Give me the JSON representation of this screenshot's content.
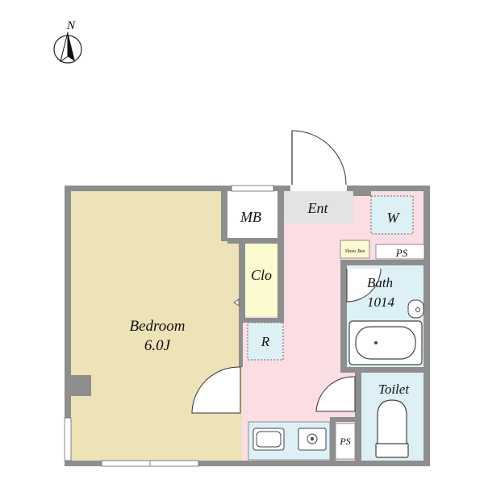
{
  "compass": {
    "label": "N"
  },
  "rooms": {
    "bedroom": {
      "name": "Bedroom",
      "size": "6.0J"
    },
    "mb": {
      "label": "MB"
    },
    "ent": {
      "label": "Ent"
    },
    "washer": {
      "label": "W"
    },
    "shoes_box": {
      "label": "Shoes Box"
    },
    "ps_upper": {
      "label": "PS"
    },
    "closet": {
      "label": "Clo"
    },
    "bath": {
      "name": "Bath",
      "size": "1014"
    },
    "refrigerator": {
      "label": "R"
    },
    "toilet": {
      "label": "Toilet"
    },
    "ps_lower": {
      "label": "PS"
    }
  },
  "colors": {
    "wall": "#8e8e8e",
    "bedroom_floor": "#ede2b8",
    "hall_floor": "#fadee3",
    "wet_area": "#dcf0f5",
    "closet": "#fbfad0",
    "entrance_floor": "#e3e3e3"
  }
}
